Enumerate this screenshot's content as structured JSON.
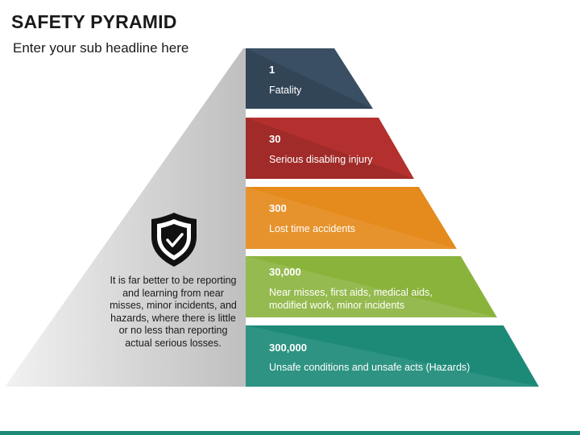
{
  "header": {
    "title": "SAFETY PYRAMID",
    "subtitle": "Enter your sub headline here"
  },
  "left_panel": {
    "icon": "shield-check-icon",
    "text": "It is far better to be reporting and learning from near misses, minor incidents, and hazards, where there is little or no less than reporting actual serious losses."
  },
  "tiers": [
    {
      "value": "1",
      "label": "Fatality",
      "color": "#3a4f63"
    },
    {
      "value": "30",
      "label": "Serious disabling injury",
      "color": "#b3302e"
    },
    {
      "value": "300",
      "label": "Lost time accidents",
      "color": "#e58a1c"
    },
    {
      "value": "30,000",
      "label_lines": [
        "Near misses, first aids, medical aids,",
        "modified work, minor incidents"
      ],
      "color": "#8ab33c"
    },
    {
      "value": "300,000",
      "label": "Unsafe conditions and unsafe acts (Hazards)",
      "color": "#1d8a78"
    }
  ],
  "colors": {
    "left_face_light": "#ececec",
    "left_face_dark": "#bdbdbd",
    "bottom_bar": "#1d8a78"
  }
}
